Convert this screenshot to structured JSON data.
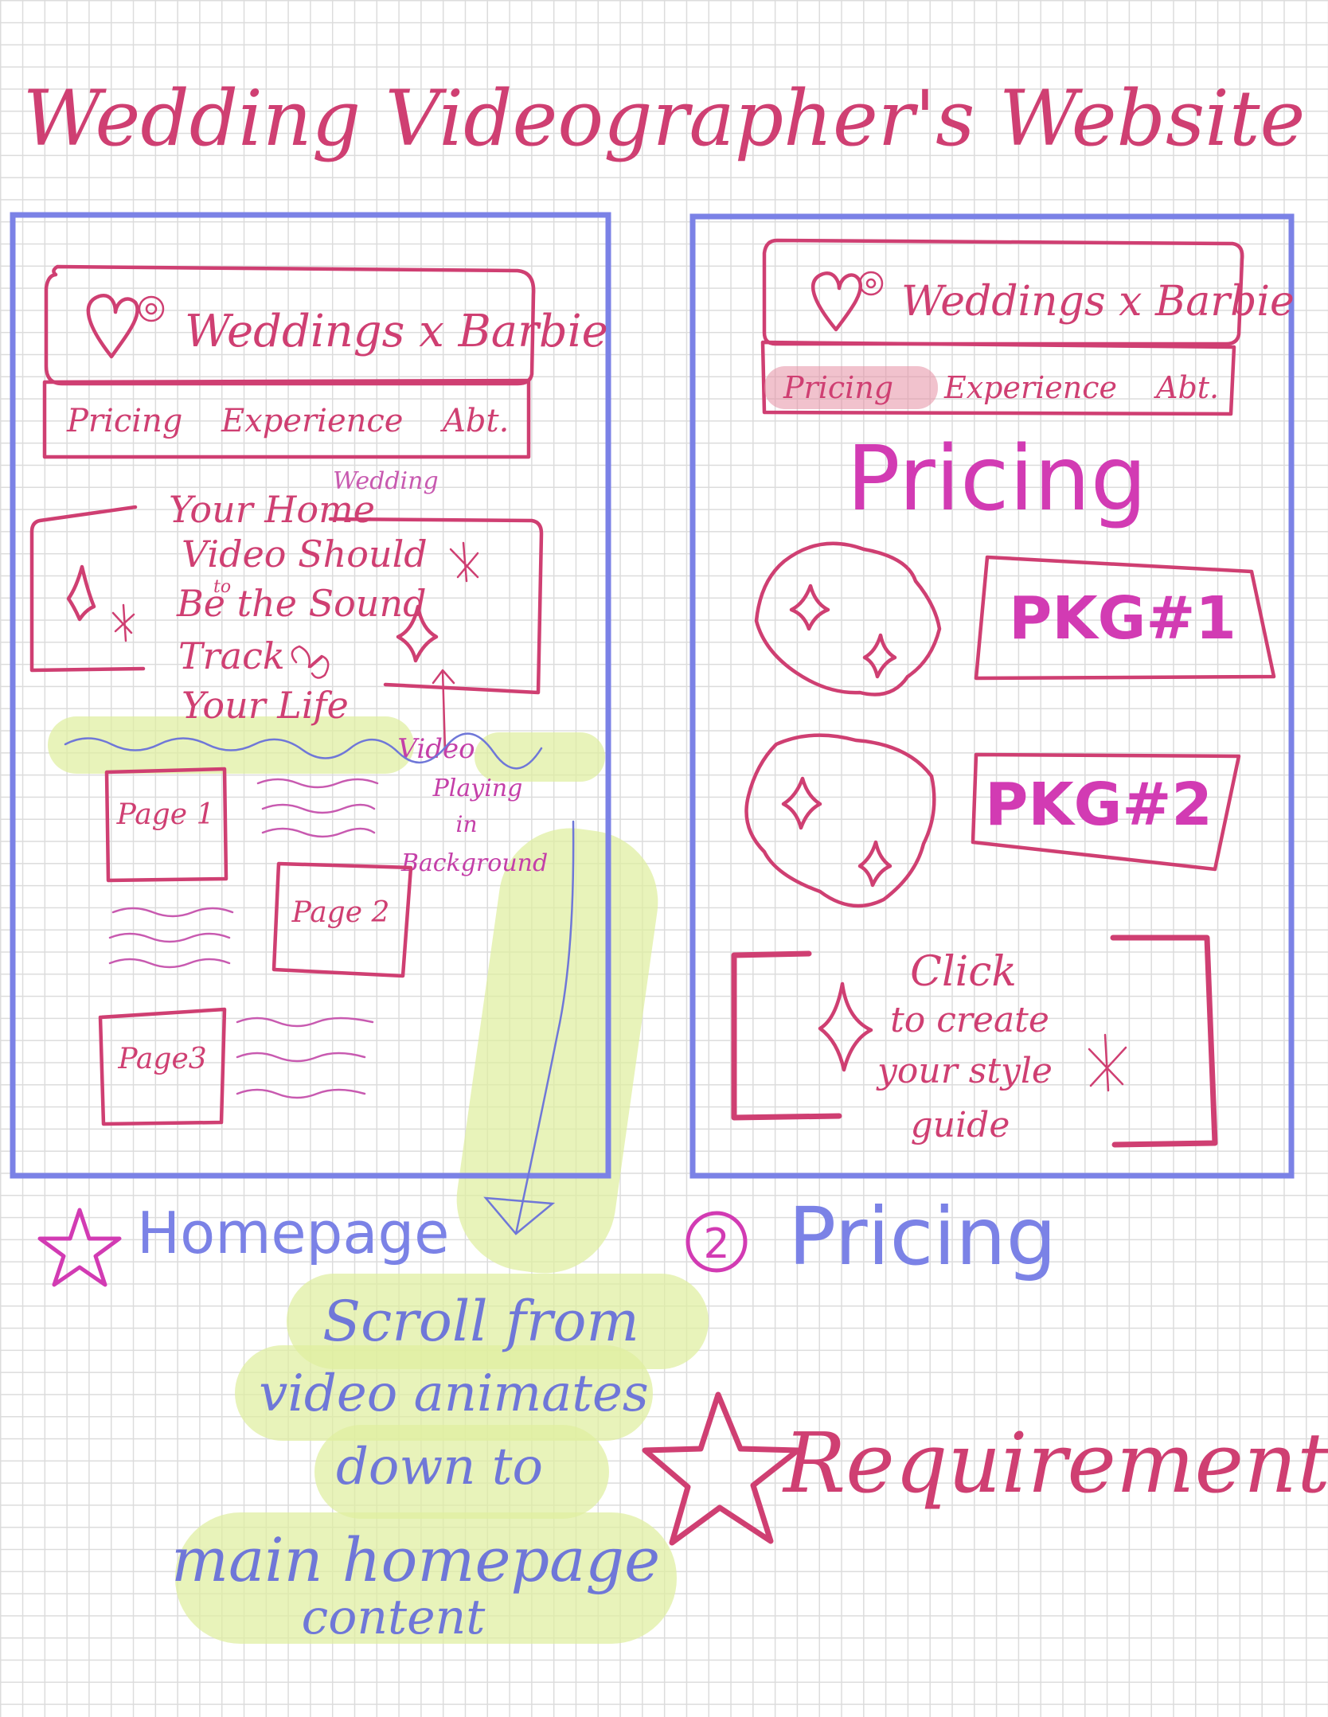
{
  "title": "Wedding Videographer's Website",
  "brand": "Weddings x Barbie",
  "nav": [
    "Pricing",
    "Experience",
    "Abt."
  ],
  "homepage": {
    "hero_lines": [
      "Your Home",
      "Video Should",
      "Be the Sound",
      "Track",
      "Your Life"
    ],
    "hero_insert_word": "Wedding",
    "hero_insert_to": "to",
    "video_note": [
      "Video",
      "Playing",
      "in",
      "Background"
    ],
    "pages": [
      "Page 1",
      "Page 2",
      "Page3"
    ],
    "label": "Homepage"
  },
  "pricing_page": {
    "heading": "Pricing",
    "packages": [
      "PKG#1",
      "PKG#2"
    ],
    "cta_lines": [
      "Click",
      "to create",
      "your style",
      "guide"
    ],
    "label_number": "2",
    "label": "Pricing"
  },
  "scroll_note": [
    "Scroll from",
    "video animates",
    "down to",
    "main homepage",
    "content"
  ],
  "legend": "Requirement",
  "colors": {
    "frame_blue": "#7b82e6",
    "ink_pink": "#cf3f72",
    "ink_magenta": "#d23bb3",
    "highlighter": "#dfee9f"
  }
}
